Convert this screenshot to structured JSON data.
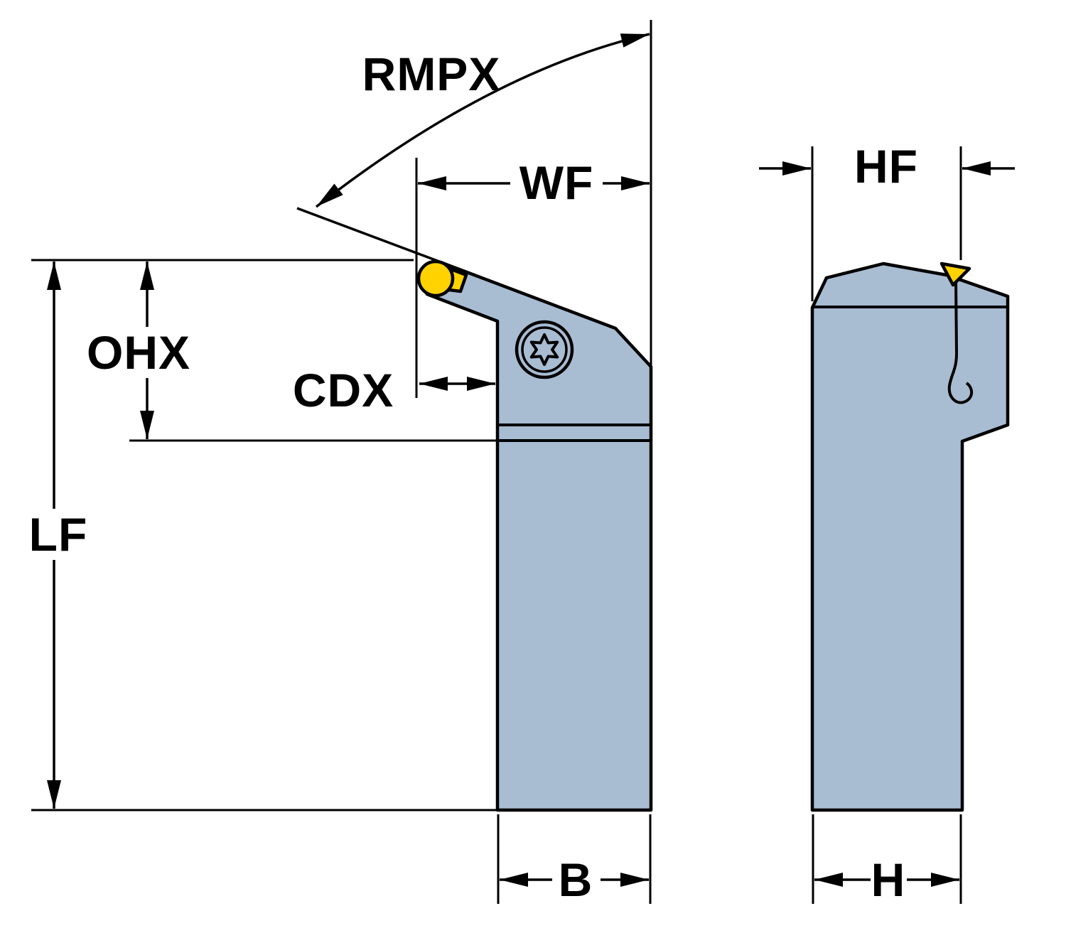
{
  "figure": {
    "type": "technical-dimension-diagram",
    "views": {
      "side_view": "tool holder side view with round insert and torx screw",
      "front_view": "tool holder front view with insert tip and seat slot"
    },
    "labels": {
      "rmpx": "RMPX",
      "wf": "WF",
      "ohx": "OHX",
      "cdx": "CDX",
      "lf": "LF",
      "b": "B",
      "hf": "HF",
      "h": "H"
    },
    "colors": {
      "body": "#a8bcd2",
      "insert": "#ffd200",
      "line": "#000000",
      "background": "#ffffff"
    }
  }
}
